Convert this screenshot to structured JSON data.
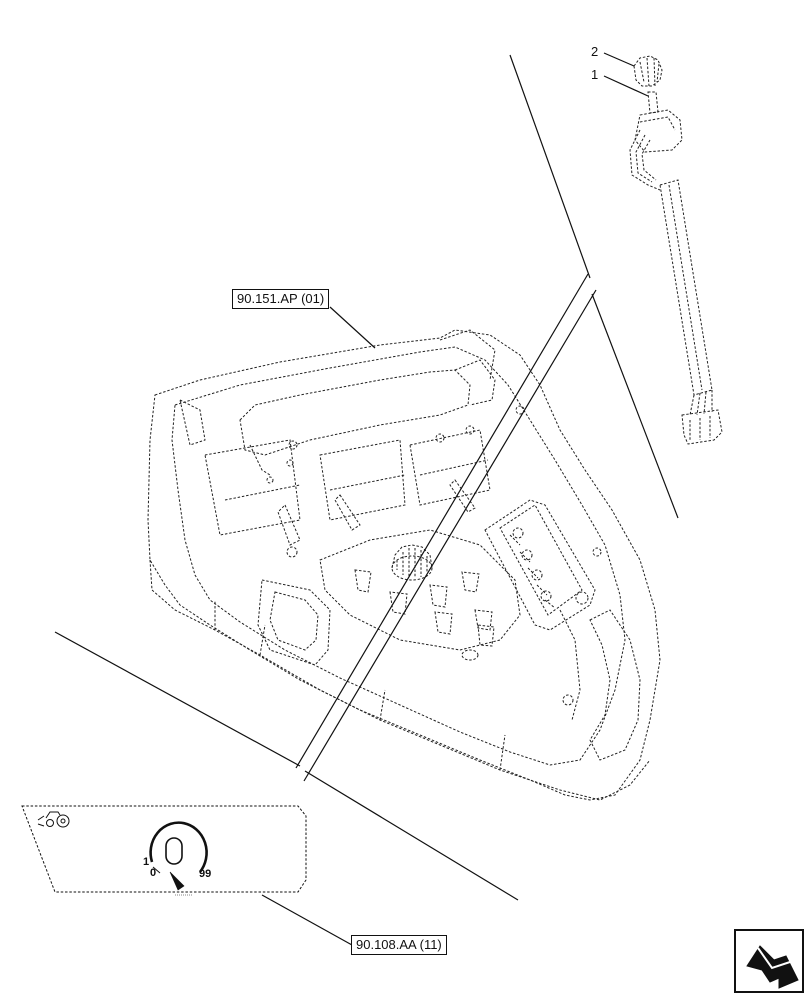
{
  "callouts": {
    "item_1": "1",
    "item_2": "2"
  },
  "references": {
    "armrest_ref": "90.151.AP (01)",
    "label_ref": "90.108.AA (11)"
  },
  "decal": {
    "ring_min_1": "1",
    "ring_min_0": "0",
    "ring_max": "99"
  },
  "icons": {
    "tractor": "tractor-icon",
    "navigation": "next-page-arrow-icon"
  }
}
